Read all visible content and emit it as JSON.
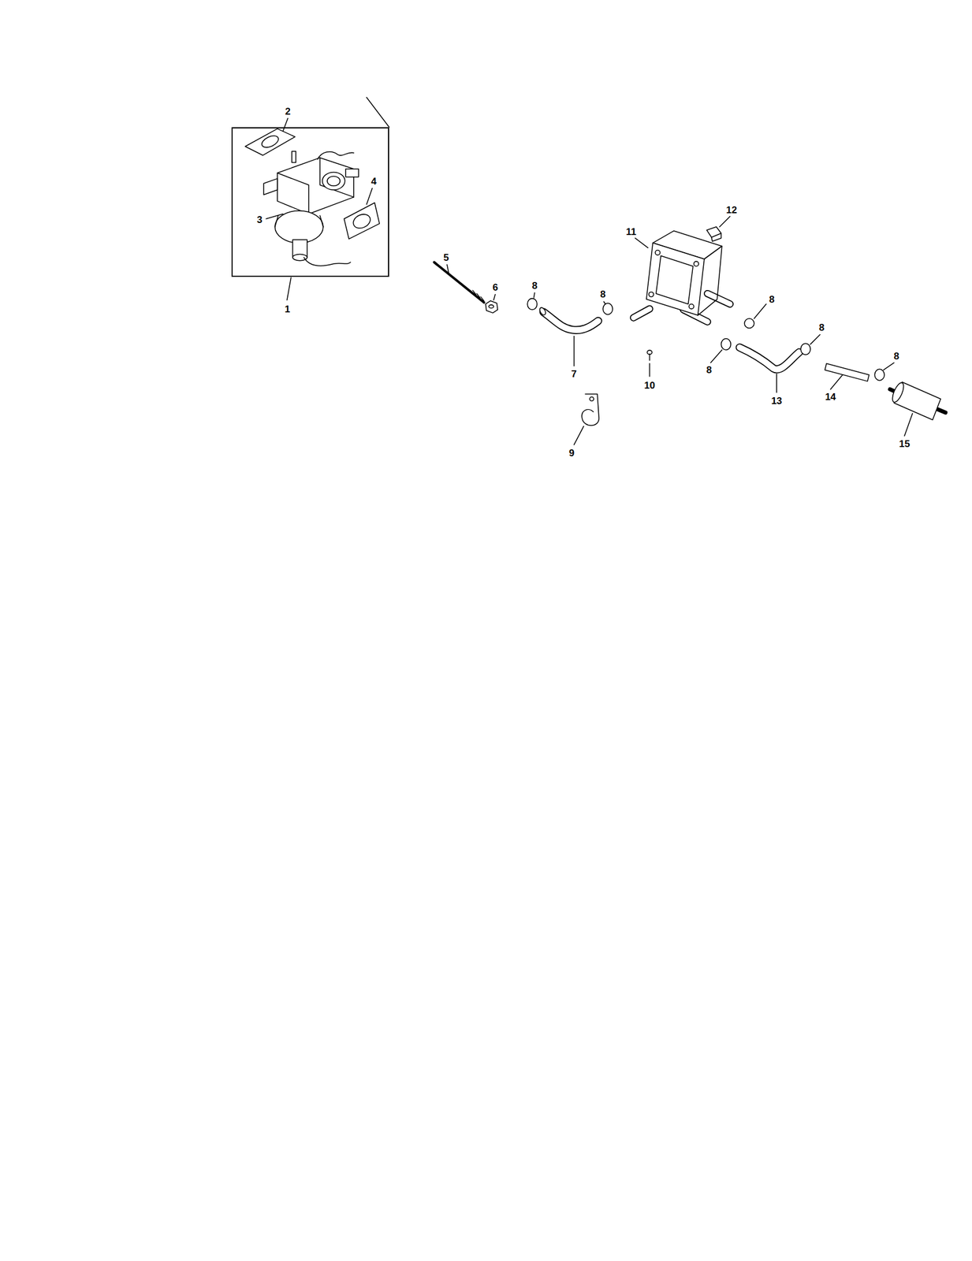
{
  "diagram": {
    "nodes": [
      {
        "text": [
          "1"
        ]
      }
    ],
    "labels": [
      "2",
      "3",
      "4",
      "5",
      "6",
      "8",
      "8",
      "7",
      "12",
      "11",
      "8",
      "8",
      "10",
      "13",
      "8",
      "14",
      "8",
      "15",
      "9"
    ]
  }
}
